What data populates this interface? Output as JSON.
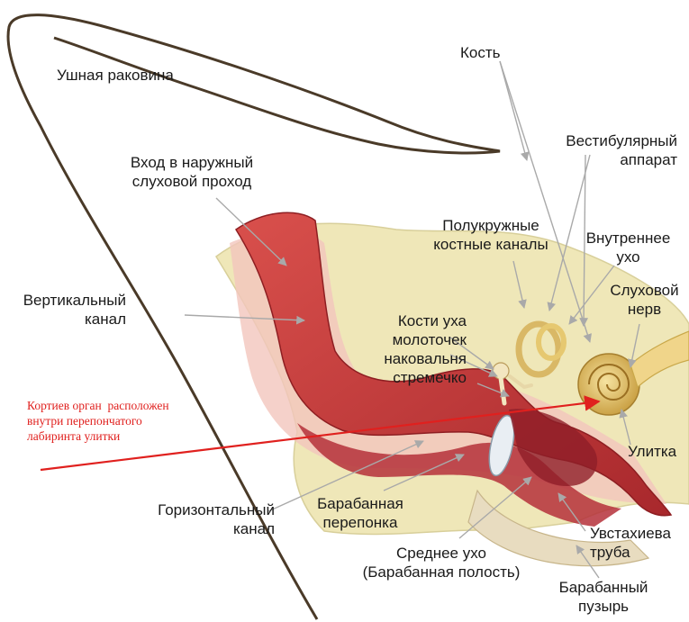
{
  "labels": {
    "pinna": "Ушная раковина",
    "entrance": "Вход в наружный\nслуховой проход",
    "vertical_canal": "Вертикальный\nканал",
    "horizontal_canal": "Горизонтальный\nканал",
    "bone": "Кость",
    "vestibular": "Вестибулярный\nаппарат",
    "semicircular": "Полукружные\nкостные каналы",
    "inner_ear": "Внутреннее\nухо",
    "auditory_nerve": "Слуховой\nнерв",
    "ossicles": "Кости уха\nмолоточек\nнаковальня\nстремечко",
    "cochlea": "Улитка",
    "eardrum": "Барабанная\nперепонка",
    "middle_ear": "Среднее ухо\n(Барабанная полость)",
    "eustachian": "Увстахиева\nтруба",
    "bulla": "Барабанный\nпузырь"
  },
  "annotation": {
    "text": "Кортиев орган  расположен\nвнутри перепончатого\nлабиринта улитки"
  },
  "colors": {
    "annotation": "#e0201e",
    "canal_red": "#c8383a",
    "bone_cream": "#efe7b8",
    "cochlea_gold": "#e6c870",
    "pointer_gray": "#a9a9a9"
  }
}
